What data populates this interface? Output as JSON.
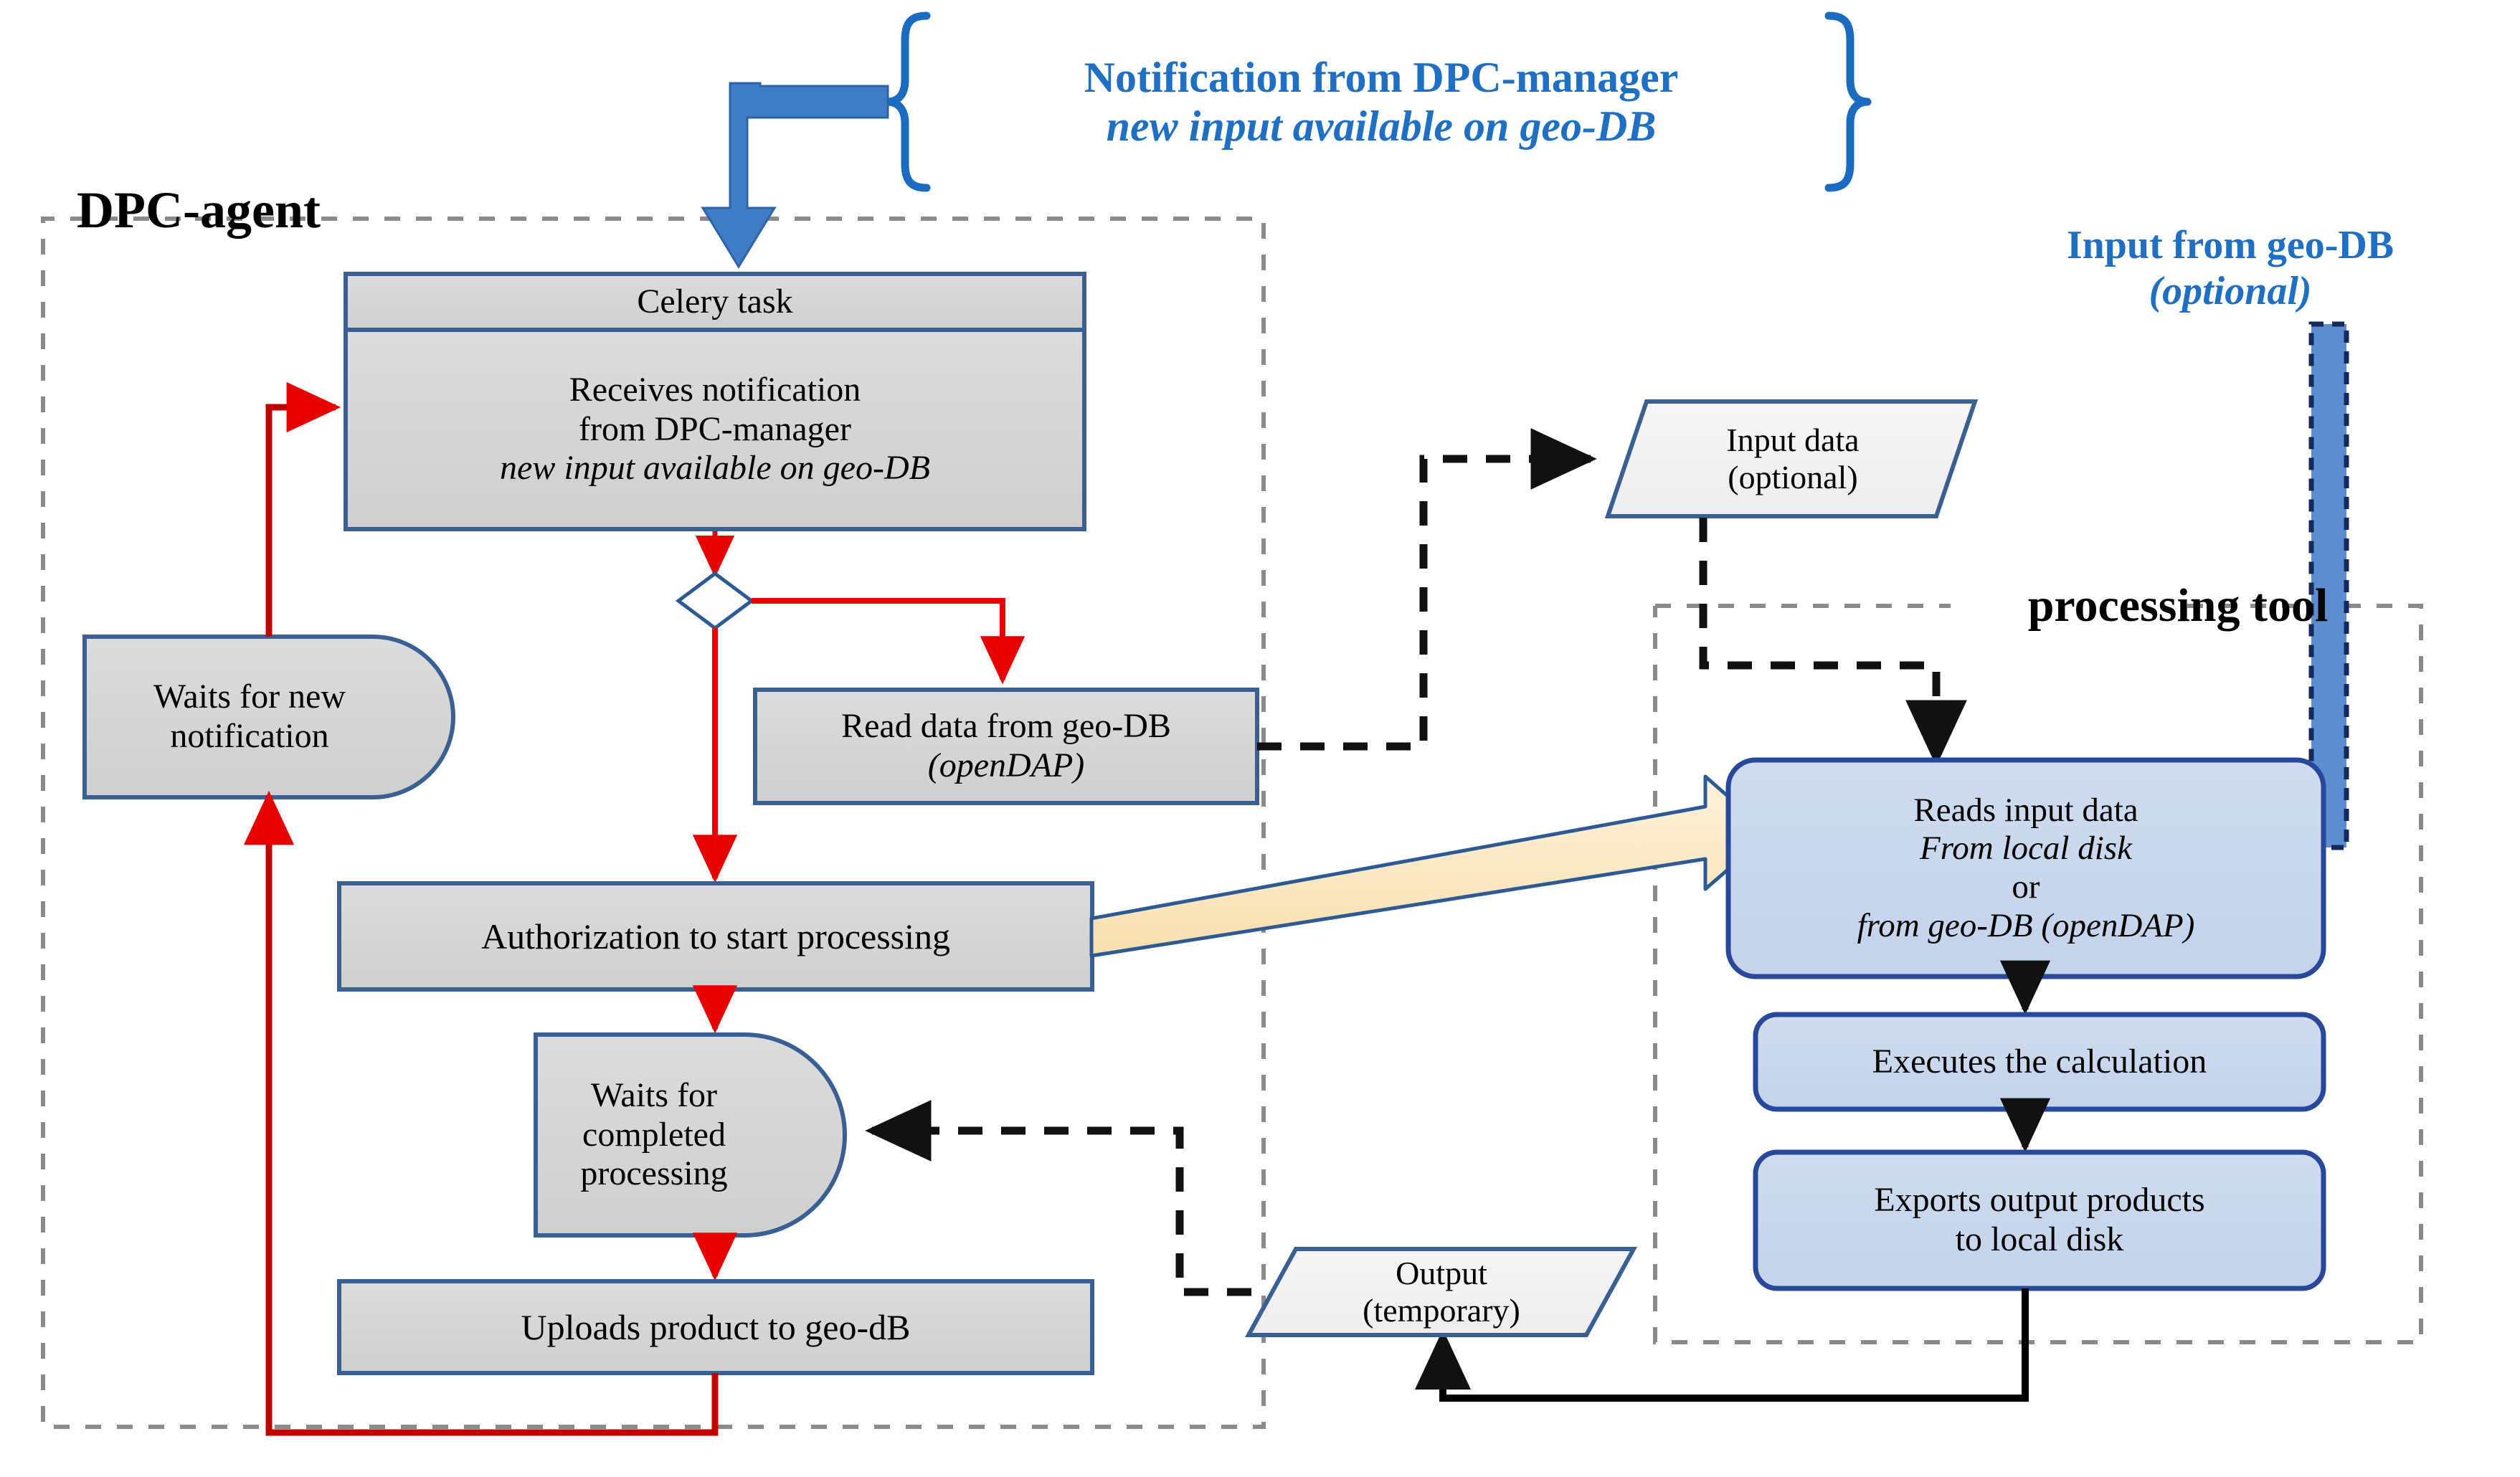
{
  "diagram": {
    "type": "flowchart",
    "title": "DPC-agent / processing tool workflow",
    "colors": {
      "gray_fill": "#D5D5D5",
      "blue_border": "#3A5F93",
      "light_blue_fill": "#C9D7EC",
      "processing_border": "#29489B",
      "red_flow": "#FF0000",
      "dark_red_flow": "#C00000",
      "black_flow": "#000000",
      "blue_annotation": "#1F6FC4",
      "block_arrow_yellow": "#FCE5B6",
      "block_arrow_blue": "#5B8DD0",
      "boundary_dash": "#808080",
      "paper_white": "#FFFFFF"
    },
    "containers": [
      {
        "name": "dpc-agent",
        "label": "DPC-agent",
        "style": "dashed-gray-boundary"
      },
      {
        "name": "processing-tool",
        "label": "processing tool",
        "style": "dashed-gray-boundary"
      }
    ],
    "annotations": [
      {
        "name": "notification-brace-annotation",
        "line1": "Notification from DPC-manager",
        "line2": "new input available on geo-DB",
        "line2_style": "italic",
        "color": "#1F6FC4",
        "decoration": "curly-brace"
      },
      {
        "name": "input-geodb-annotation",
        "line1": "Input from geo-DB",
        "line2": "(optional)",
        "line2_style": "italic",
        "color": "#1F6FC4"
      }
    ],
    "nodes": [
      {
        "name": "celery-task",
        "shape": "process-with-header",
        "header": "Celery task",
        "body_lines": [
          "Receives notification",
          "from DPC-manager",
          "new input available on geo-DB"
        ],
        "body_italic_line_index": 2,
        "fill": "#D5D5D5"
      },
      {
        "name": "decision-diamond",
        "shape": "diamond",
        "label": "",
        "fill": "#FFFFFF"
      },
      {
        "name": "read-data-geodb",
        "shape": "rectangle",
        "lines": [
          "Read data from geo-DB",
          "(openDAP)"
        ],
        "italic_line_index": 1,
        "fill": "#D5D5D5"
      },
      {
        "name": "waits-for-new-notification",
        "shape": "delay",
        "lines": [
          "Waits for new",
          "notification"
        ],
        "fill": "#D5D5D5"
      },
      {
        "name": "authorization-to-start-processing",
        "shape": "rectangle",
        "lines": [
          "Authorization to start processing"
        ],
        "fill": "#D5D5D5"
      },
      {
        "name": "waits-for-completed-processing",
        "shape": "delay",
        "lines": [
          "Waits for",
          "completed",
          "processing"
        ],
        "fill": "#D5D5D5"
      },
      {
        "name": "uploads-product-to-geodb",
        "shape": "rectangle",
        "lines": [
          "Uploads product to geo-dB"
        ],
        "fill": "#D5D5D5"
      },
      {
        "name": "input-data-optional",
        "shape": "parallelogram",
        "lines": [
          "Input data",
          "(optional)"
        ],
        "fill": "#F2F2F2"
      },
      {
        "name": "output-temporary",
        "shape": "parallelogram",
        "lines": [
          "Output",
          "(temporary)"
        ],
        "fill": "#F2F2F2"
      },
      {
        "name": "reads-input-data",
        "shape": "rounded-rectangle",
        "lines": [
          "Reads input data",
          "From local disk",
          "or",
          "from geo-DB (openDAP)"
        ],
        "italic_line_indexes": [
          1,
          3
        ],
        "fill": "#C9D7EC"
      },
      {
        "name": "executes-the-calculation",
        "shape": "rounded-rectangle",
        "lines": [
          "Executes the calculation"
        ],
        "fill": "#C9D7EC"
      },
      {
        "name": "exports-output-products",
        "shape": "rounded-rectangle",
        "lines": [
          "Exports output products",
          "to local disk"
        ],
        "fill": "#C9D7EC"
      }
    ],
    "edges": [
      {
        "name": "edge-notification-to-celery",
        "style": "solid-blue-block-arrow",
        "from": "notification-brace-annotation",
        "to": "celery-task"
      },
      {
        "name": "edge-celery-to-decision",
        "style": "solid-red",
        "from": "celery-task",
        "to": "decision-diamond"
      },
      {
        "name": "edge-decision-to-read-data",
        "style": "solid-red",
        "from": "decision-diamond",
        "to": "read-data-geodb"
      },
      {
        "name": "edge-decision-to-authorization",
        "style": "solid-red",
        "from": "decision-diamond",
        "to": "authorization-to-start-processing"
      },
      {
        "name": "edge-authorization-to-waits-completed",
        "style": "solid-red",
        "from": "authorization-to-start-processing",
        "to": "waits-for-completed-processing"
      },
      {
        "name": "edge-waits-completed-to-uploads",
        "style": "solid-red",
        "from": "waits-for-completed-processing",
        "to": "uploads-product-to-geodb"
      },
      {
        "name": "edge-uploads-to-waits-new",
        "style": "solid-red-loop",
        "from": "uploads-product-to-geodb",
        "to": "waits-for-new-notification"
      },
      {
        "name": "edge-waits-new-to-celery",
        "style": "solid-red",
        "from": "waits-for-new-notification",
        "to": "celery-task"
      },
      {
        "name": "edge-read-data-to-input-data",
        "style": "dashed-black",
        "from": "read-data-geodb",
        "to": "input-data-optional"
      },
      {
        "name": "edge-input-data-to-reads-input",
        "style": "dashed-black",
        "from": "input-data-optional",
        "to": "reads-input-data"
      },
      {
        "name": "edge-authorization-to-reads-input",
        "style": "block-arrow-yellow",
        "from": "authorization-to-start-processing",
        "to": "reads-input-data"
      },
      {
        "name": "edge-geodb-to-reads-input",
        "style": "block-arrow-blue-dashed",
        "from": "input-geodb-annotation",
        "to": "reads-input-data"
      },
      {
        "name": "edge-reads-to-executes",
        "style": "solid-black",
        "from": "reads-input-data",
        "to": "executes-the-calculation"
      },
      {
        "name": "edge-executes-to-exports",
        "style": "solid-black",
        "from": "executes-the-calculation",
        "to": "exports-output-products"
      },
      {
        "name": "edge-exports-to-output",
        "style": "solid-black",
        "from": "exports-output-products",
        "to": "output-temporary"
      },
      {
        "name": "edge-output-to-waits-completed",
        "style": "dashed-black",
        "from": "output-temporary",
        "to": "waits-for-completed-processing"
      }
    ]
  }
}
